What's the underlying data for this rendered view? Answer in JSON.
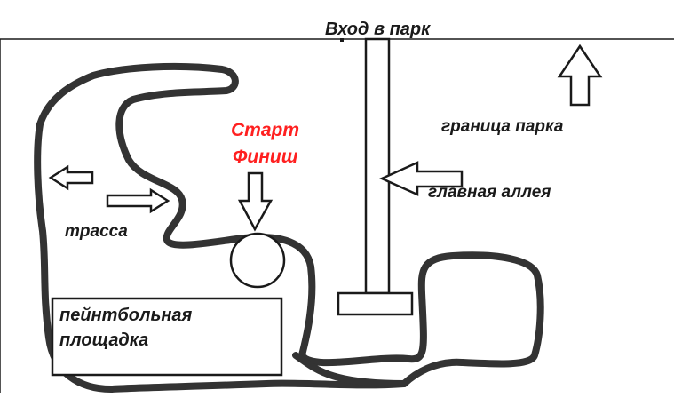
{
  "labels": {
    "entrance": "Вход в парк",
    "start": "Старт",
    "finish": "Финиш",
    "park_border": "граница парка",
    "main_alley": "главная аллея",
    "track": "трасса",
    "paintball_line1": "пейнтбольная",
    "paintball_line2": "площадка"
  },
  "colors": {
    "track": "#333333",
    "lines": "#1a1a1a",
    "start_finish": "#ff2020",
    "background": "#ffffff"
  }
}
